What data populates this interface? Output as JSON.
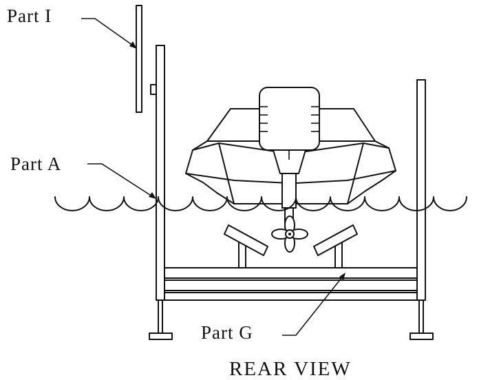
{
  "labels": {
    "part_i": "Part I",
    "part_a": "Part A",
    "part_g": "Part G"
  },
  "title": "REAR VIEW"
}
